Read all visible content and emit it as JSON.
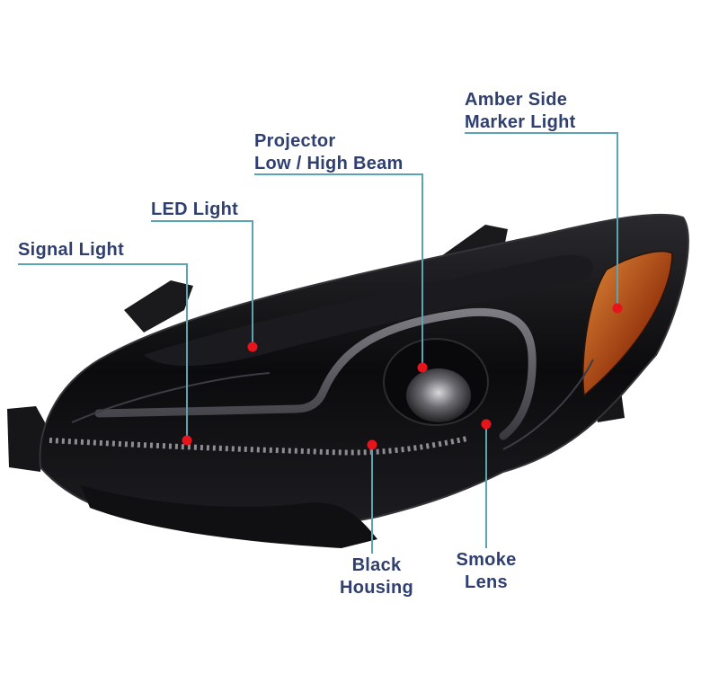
{
  "callouts": [
    {
      "id": "amber",
      "lines": [
        "Amber Side",
        "Marker Light"
      ]
    },
    {
      "id": "projector",
      "lines": [
        "Projector",
        "Low / High Beam"
      ]
    },
    {
      "id": "led",
      "lines": [
        "LED Light"
      ]
    },
    {
      "id": "signal",
      "lines": [
        "Signal Light"
      ]
    },
    {
      "id": "housing",
      "lines": [
        "Black",
        "Housing"
      ]
    },
    {
      "id": "smoke",
      "lines": [
        "Smoke",
        "Lens"
      ]
    }
  ],
  "colors": {
    "label_text": "#2f3f6f",
    "leader_line": "#5aa4b3",
    "marker_dot": "#e8141c",
    "amber_lens": "#b8551a",
    "housing": "#0d0d0f"
  }
}
